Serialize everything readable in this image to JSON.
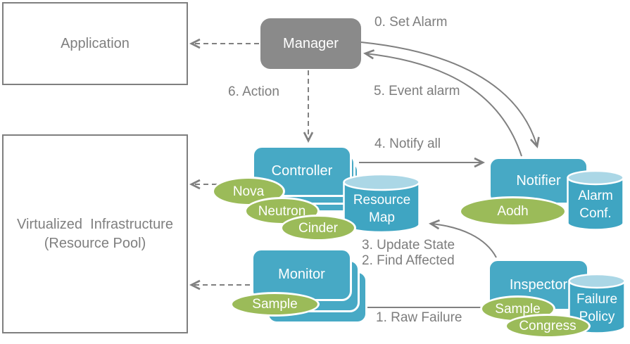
{
  "title": "Fault management architecture diagram",
  "colors": {
    "box_blue": "#47a9c5",
    "cylinder_blue": "#3fa5c2",
    "cylinder_top_blue": "#abd7e6",
    "ellipse_green": "#9bbb59",
    "manager_gray": "#8a8a8a",
    "line_gray": "#808080",
    "label_gray": "#7d7d7d",
    "shape_text_white": "#ffffff"
  },
  "boxes": {
    "application": {
      "label": "Application"
    },
    "virtualized_infrastructure": {
      "line1": "Virtualized  Infrastructure",
      "line2": "(Resource Pool)"
    },
    "manager": {
      "label": "Manager"
    },
    "controller": {
      "label": "Controller"
    },
    "monitor": {
      "label": "Monitor"
    },
    "notifier": {
      "label": "Notifier"
    },
    "inspector": {
      "label": "Inspector"
    }
  },
  "cylinders": {
    "resource_map": {
      "line1": "Resource",
      "line2": "Map"
    },
    "alarm_conf": {
      "line1": "Alarm",
      "line2": "Conf."
    },
    "failure_policy": {
      "line1": "Failure",
      "line2": "Policy"
    }
  },
  "ellipses": {
    "nova": "Nova",
    "neutron": "Neutron",
    "cinder": "Cinder",
    "monitor_sample": "Sample",
    "aodh": "Aodh",
    "inspector_sample": "Sample",
    "congress": "Congress"
  },
  "labels": {
    "set_alarm": "0. Set Alarm",
    "event_alarm": "5. Event alarm",
    "action": "6. Action",
    "notify_all": "4. Notify all",
    "update_state": "3. Update State",
    "find_affected": "2. Find Affected",
    "raw_failure": "1. Raw Failure"
  }
}
